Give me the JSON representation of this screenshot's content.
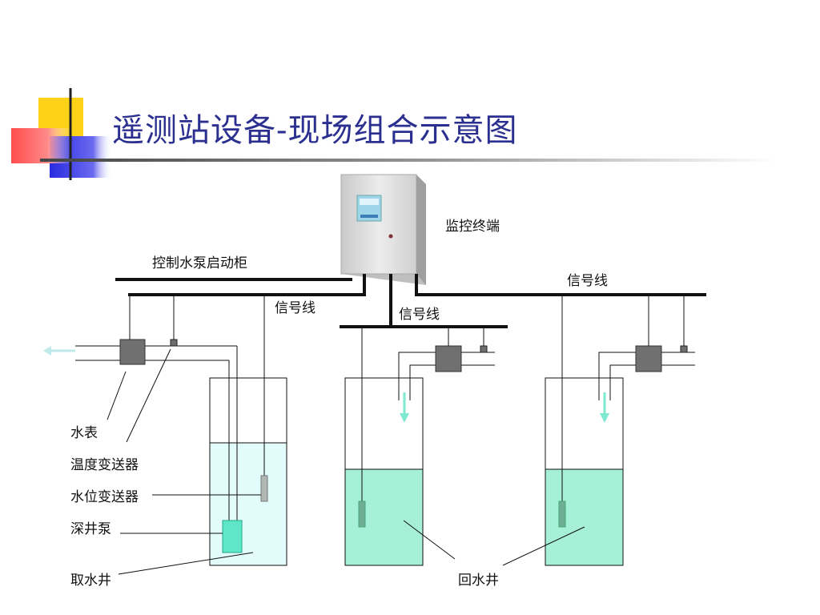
{
  "slide": {
    "title": "遥测站设备-现场组合示意图"
  },
  "labels": {
    "monitor_terminal": "监控终端",
    "pump_cabinet": "控制水泵启动柜",
    "signal_line_right": "信号线",
    "signal_line_left": "信号线",
    "signal_line_center": "信号线",
    "water_meter": "水表",
    "temp_transmitter": "温度变送器",
    "level_transmitter": "水位变送器",
    "deep_well_pump": "深井泵",
    "intake_well": "取水井",
    "return_well": "回水井"
  },
  "colors": {
    "title": "#2b2f8f",
    "water_light": "#e2fbfb",
    "water_teal": "#a6f0d8",
    "arrow": "#7ee8d0",
    "device_gray": "#707070",
    "cabinet": "#d7d7d7",
    "logo_yellow": "#ffd21a",
    "logo_red": "#ff5a5a",
    "logo_blue": "#2a2ae0"
  }
}
